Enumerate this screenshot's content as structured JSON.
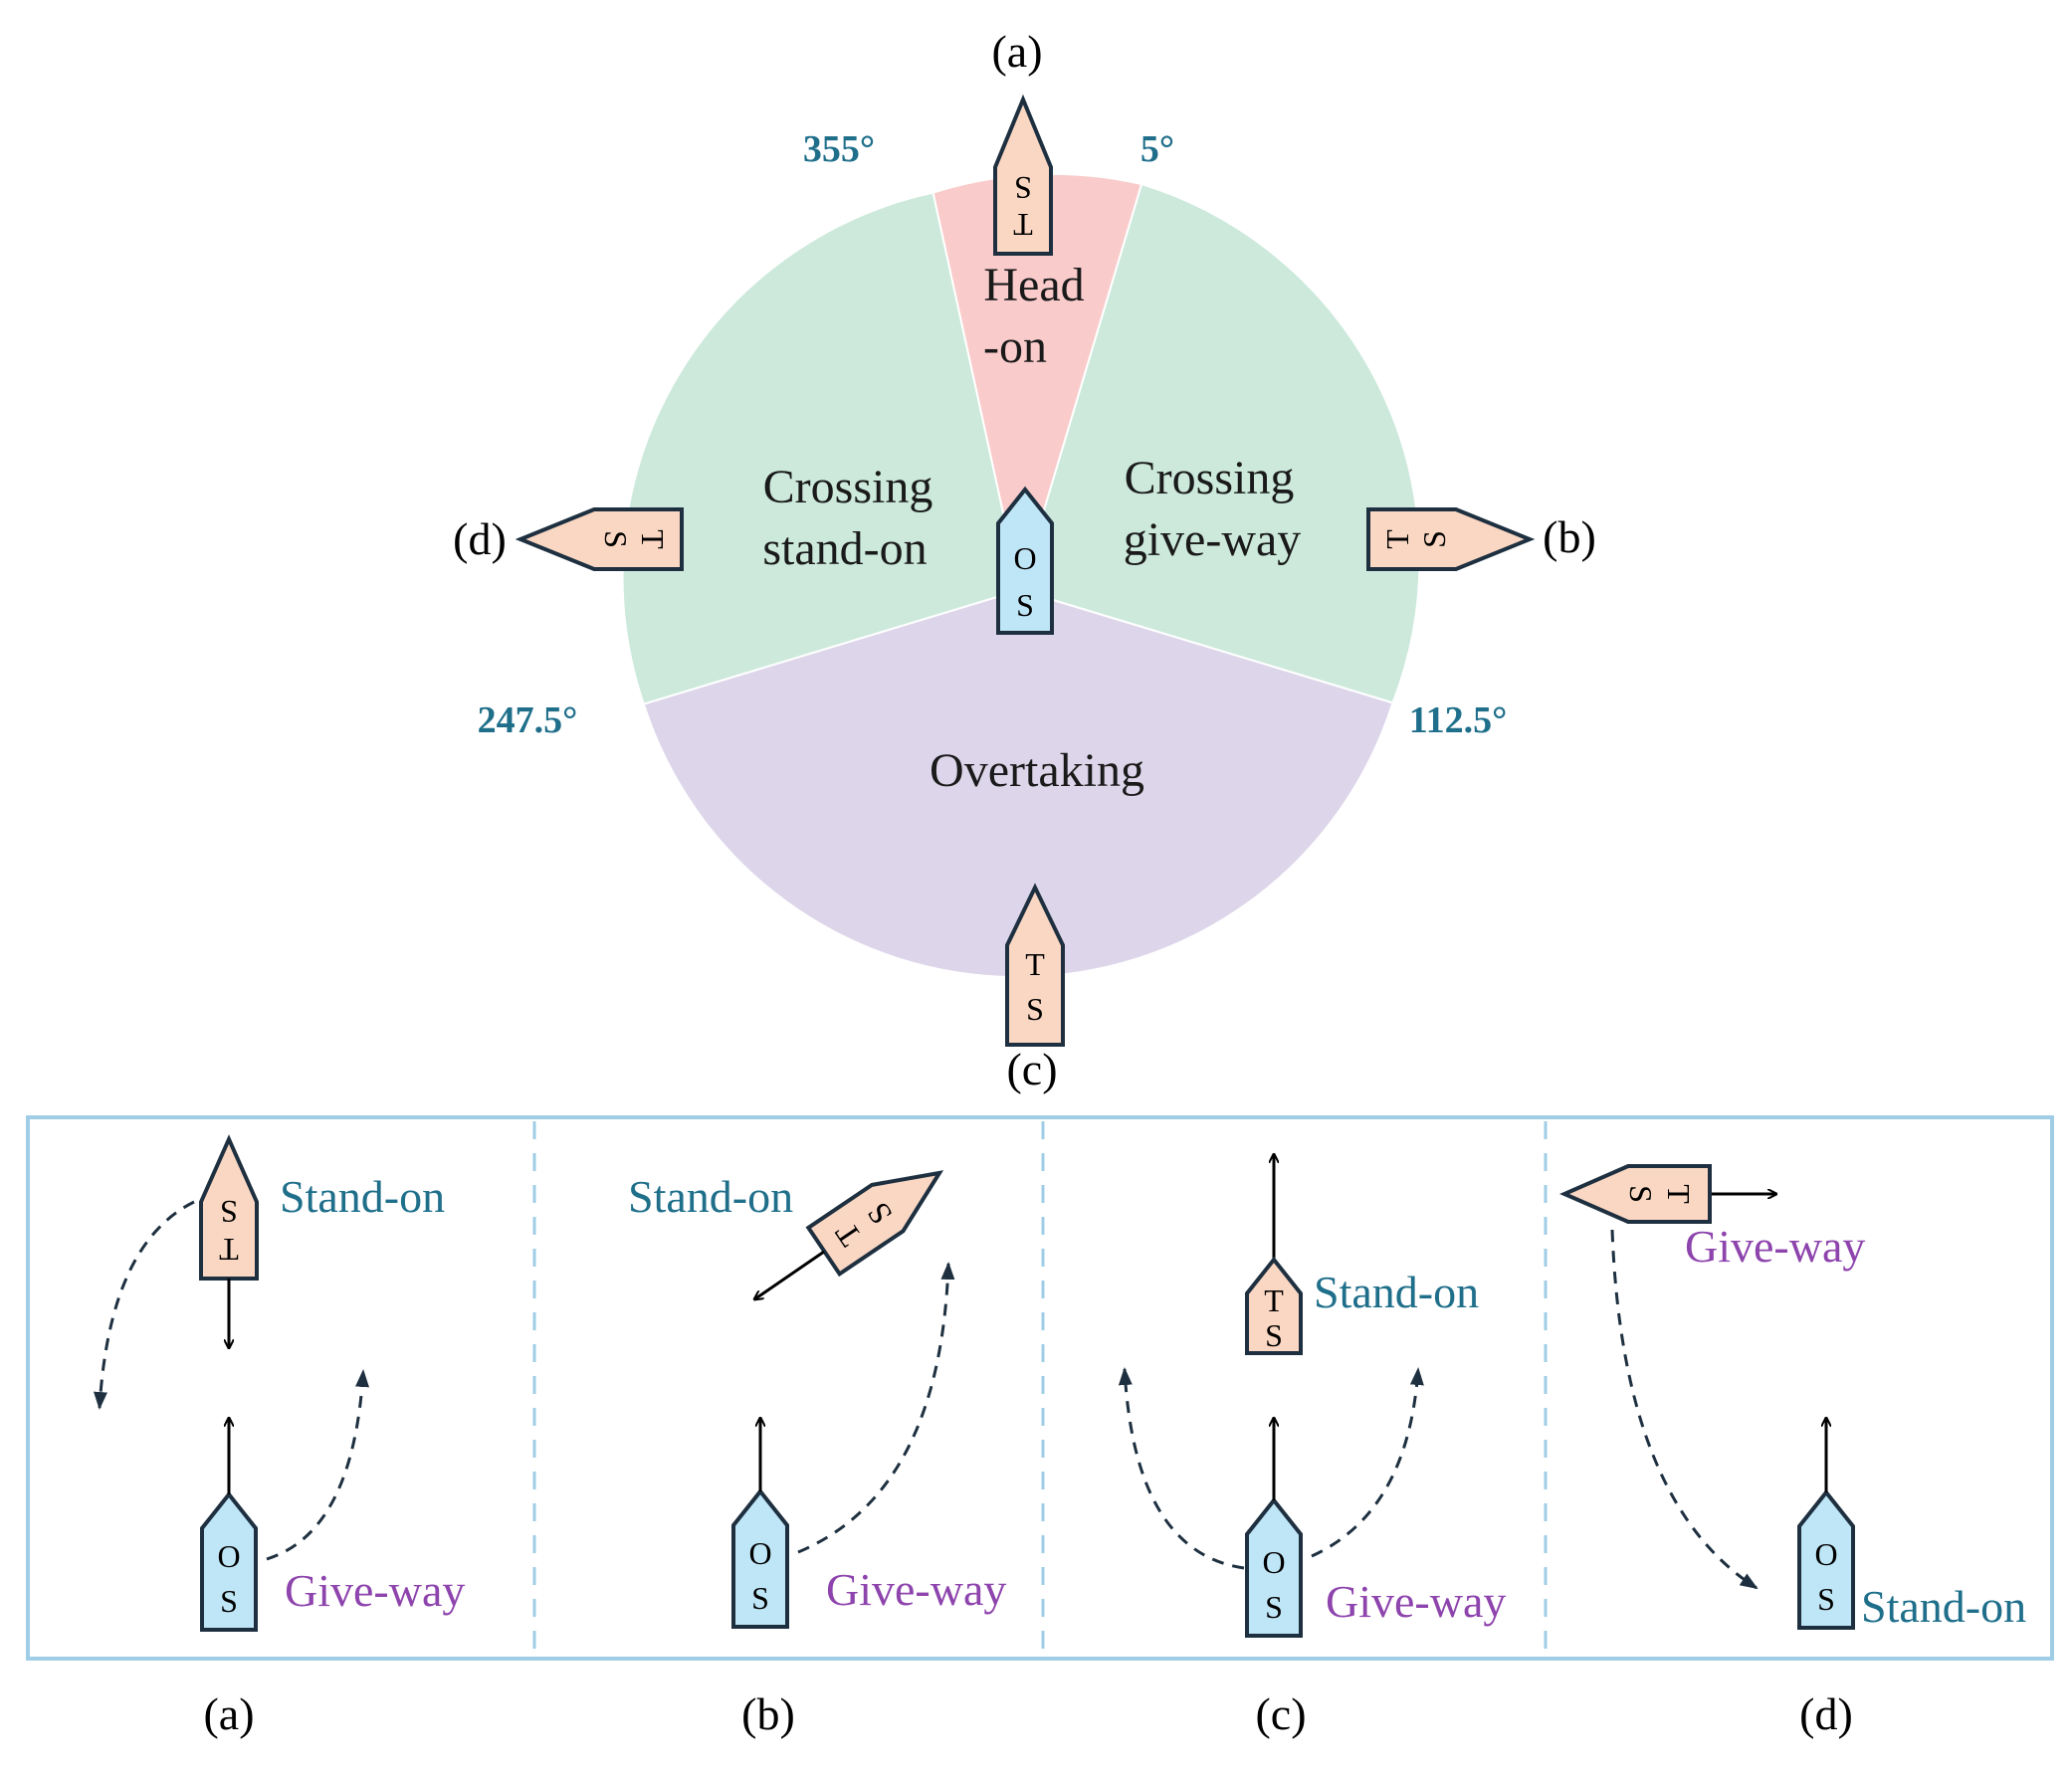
{
  "colors": {
    "head_on": "#f9cbcb",
    "crossing": "#cce9dc",
    "overtaking": "#ddd6ea",
    "target_ship": "#fad7c3",
    "own_ship": "#bfe6f7",
    "ship_outline": "#1e3040",
    "angle_text": "#1f6f8b",
    "stand_on_text": "#1f6f8b",
    "give_way_text": "#8e44ad",
    "panel_border": "#9fcde6"
  },
  "sectors": {
    "head_on": "Head",
    "head_on_2": "-on",
    "crossing_give_way_1": "Crossing",
    "crossing_give_way_2": "give-way",
    "crossing_stand_on_1": "Crossing",
    "crossing_stand_on_2": "stand-on",
    "overtaking": "Overtaking"
  },
  "angles": {
    "a355": "355°",
    "a5": "5°",
    "a247": "247.5°",
    "a112": "112.5°"
  },
  "case_labels": {
    "top_a": "(a)",
    "right_b": "(b)",
    "bottom_c": "(c)",
    "left_d": "(d)",
    "panel_a": "(a)",
    "panel_b": "(b)",
    "panel_c": "(c)",
    "panel_d": "(d)"
  },
  "ships": {
    "target_t": "T",
    "target_s": "S",
    "own_o": "O",
    "own_s": "S"
  },
  "roles": {
    "a_ts": "Stand-on",
    "a_os": "Give-way",
    "b_ts": "Stand-on",
    "b_os": "Give-way",
    "c_ts": "Stand-on",
    "c_os": "Give-way",
    "d_ts": "Give-way",
    "d_os": "Stand-on"
  }
}
